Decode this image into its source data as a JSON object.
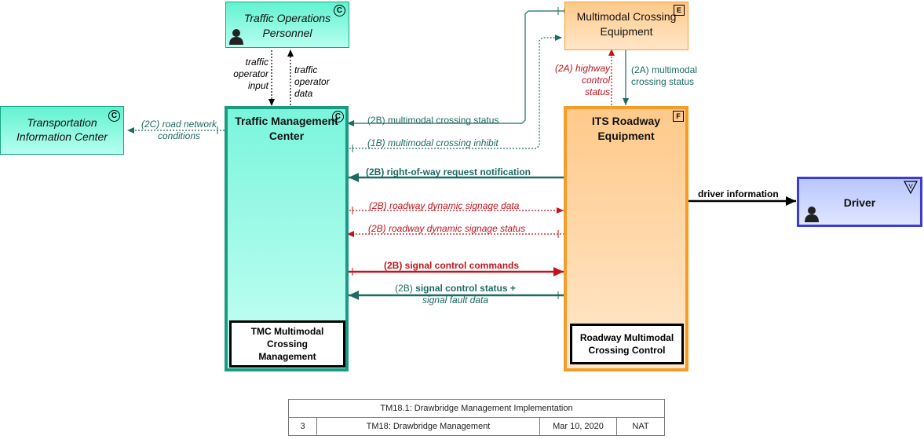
{
  "elements": {
    "traffic_operations_personnel": {
      "name": "Traffic Operations Personnel",
      "line1": "Traffic Operations",
      "line2": "Personnel",
      "badge": "C"
    },
    "transportation_information_center": {
      "name": "Transportation Information Center",
      "line1": "Transportation",
      "line2": "Information Center",
      "badge": "C"
    },
    "traffic_management_center": {
      "line1": "Traffic Management",
      "line2": "Center",
      "badge": "C",
      "function": {
        "line1": "TMC Multimodal",
        "line2": "Crossing",
        "line3": "Management"
      }
    },
    "multimodal_crossing_equipment": {
      "line1": "Multimodal Crossing",
      "line2": "Equipment",
      "badge": "E"
    },
    "its_roadway_equipment": {
      "line1": "ITS Roadway",
      "line2": "Equipment",
      "badge": "F",
      "function": {
        "line1": "Roadway Multimodal",
        "line2": "Crossing Control"
      }
    },
    "driver": {
      "name": "Driver",
      "badge": "V"
    }
  },
  "flows": {
    "traffic_operator_input": [
      "traffic",
      "operator",
      "input"
    ],
    "traffic_operator_data": [
      "traffic",
      "operator",
      "data"
    ],
    "road_network_conditions": [
      "(2C) road network",
      "conditions"
    ],
    "multimodal_crossing_status_2b": "(2B) multimodal crossing status",
    "multimodal_crossing_inhibit": "(1B) multimodal crossing inhibit",
    "highway_control_status": [
      "(2A) highway",
      "control",
      "status"
    ],
    "multimodal_crossing_status_2a": [
      "(2A) multimodal",
      "crossing status"
    ],
    "right_of_way_request": "(2B) right-of-way request notification",
    "roadway_dynamic_signage_data": "(2B) roadway dynamic signage data",
    "roadway_dynamic_signage_status": "(2B) roadway dynamic signage status",
    "signal_control_commands": "(2B) signal control commands",
    "signal_control_status_prefix": "(2B) ",
    "signal_control_status_bold": "signal control status +",
    "signal_fault_data": "signal fault data",
    "driver_information": "driver information"
  },
  "title_block": {
    "title": "TM18.1: Drawbridge Management Implementation",
    "number": "3",
    "package": "TM18: Drawbridge Management",
    "date": "Mar 10, 2020",
    "scope": "NAT"
  },
  "colors": {
    "green_flow": "#1d6b62",
    "red_flow": "#c0141c",
    "teal_border": "#1a9a80",
    "orange_border": "#f39c28",
    "driver_border": "#3b3bd8"
  }
}
